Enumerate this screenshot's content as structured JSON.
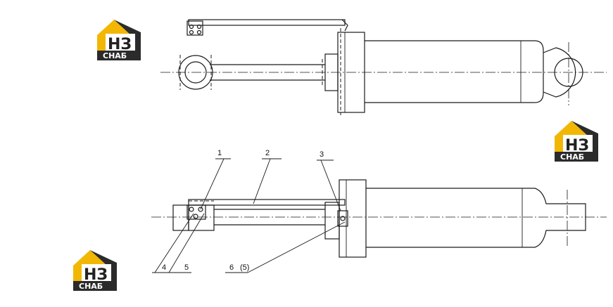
{
  "callouts": {
    "c1": "1",
    "c2": "2",
    "c3": "3",
    "c4": "4",
    "c5": "5",
    "c6": "6",
    "c6_alt": "(5)"
  },
  "watermark": {
    "brand_letters": "НЗ",
    "caption": "СНАБ",
    "colors": {
      "yellow": "#f2b705",
      "dark": "#2b2b2b"
    }
  },
  "colors": {
    "line": "#1a1a1a",
    "background": "#ffffff"
  }
}
